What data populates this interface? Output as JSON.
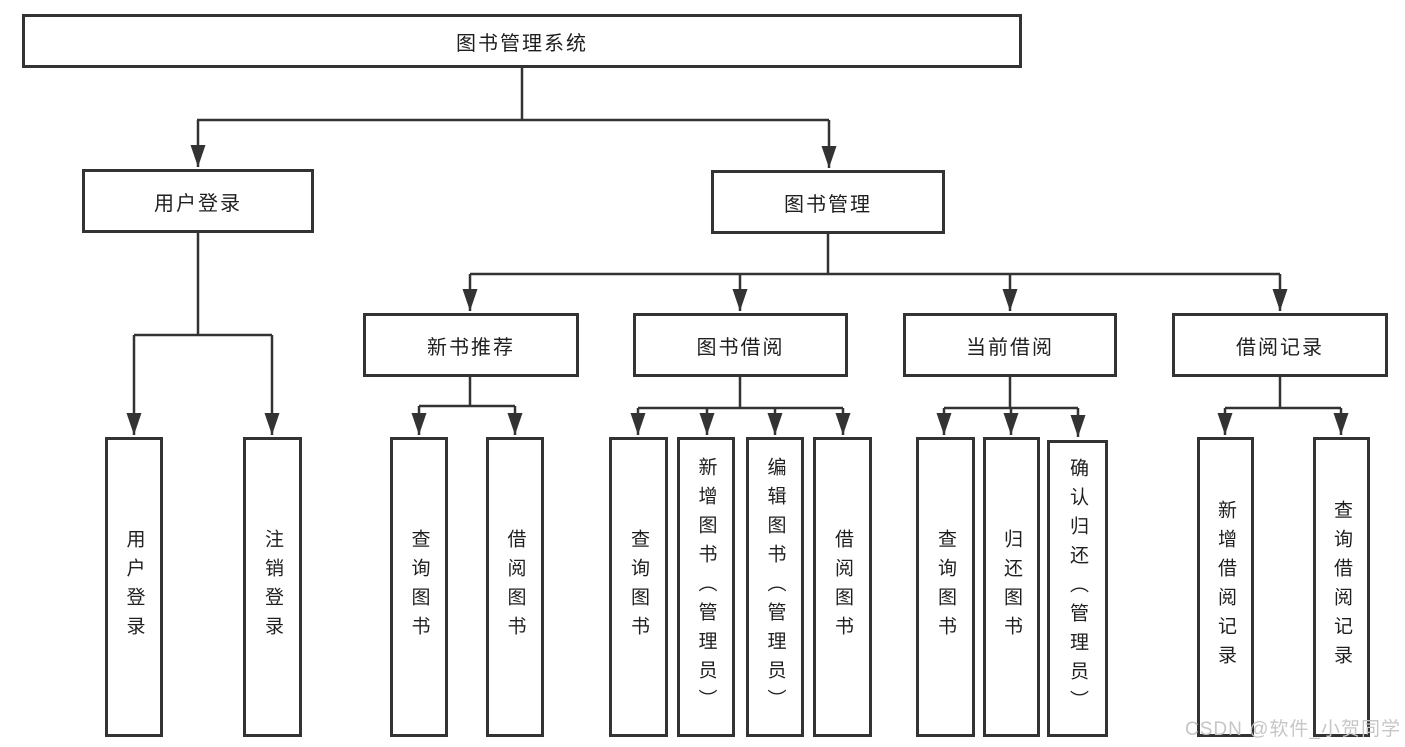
{
  "nodes": {
    "root": {
      "label": "图书管理系统"
    },
    "user_login": {
      "label": "用户登录"
    },
    "book_mgmt": {
      "label": "图书管理"
    },
    "new_book_recommend": {
      "label": "新书推荐"
    },
    "book_borrow": {
      "label": "图书借阅"
    },
    "current_borrow": {
      "label": "当前借阅"
    },
    "borrow_record": {
      "label": "借阅记录"
    },
    "login_user": {
      "label": "用户登录"
    },
    "login_logout": {
      "label": "注销登录"
    },
    "recommend_query_book": {
      "label": "查询图书"
    },
    "recommend_borrow_book": {
      "label": "借阅图书"
    },
    "borrow_query_book": {
      "label": "查询图书"
    },
    "borrow_add_book": {
      "label": "新增图书（管理员）"
    },
    "borrow_edit_book": {
      "label": "编辑图书（管理员）"
    },
    "borrow_borrow_book": {
      "label": "借阅图书"
    },
    "current_query_book": {
      "label": "查询图书"
    },
    "current_return_book": {
      "label": "归还图书"
    },
    "current_confirm_return": {
      "label": "确认归还（管理员）"
    },
    "record_add": {
      "label": "新增借阅记录"
    },
    "record_query": {
      "label": "查询借阅记录"
    }
  },
  "watermark": {
    "text": "CSDN @软件_小贺同学"
  },
  "colors": {
    "line": "#333333",
    "background": "#ffffff",
    "text": "#1f1f1f",
    "watermark": "#c6c6c6"
  }
}
